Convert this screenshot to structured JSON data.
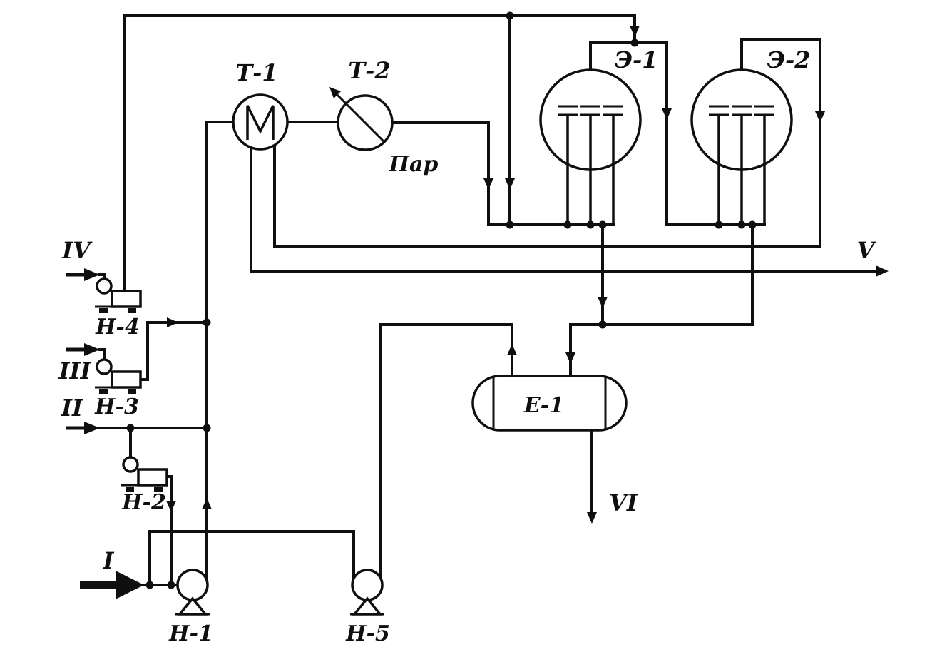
{
  "diagram": {
    "type": "process-flow-diagram",
    "language": "ru",
    "background_color": "#ffffff",
    "line_color": "#0f0f0f"
  },
  "labels": {
    "t1": "Т-1",
    "t2": "Т-2",
    "steam": "Пар",
    "e1": "Э-1",
    "e2": "Э-2",
    "vessel_e1": "Е-1",
    "h1": "Н-1",
    "h2": "Н-2",
    "h3": "Н-3",
    "h4": "Н-4",
    "h5": "Н-5",
    "stream1": "I",
    "stream2": "II",
    "stream3": "III",
    "stream4": "IV",
    "stream5": "V",
    "stream6": "VI"
  }
}
